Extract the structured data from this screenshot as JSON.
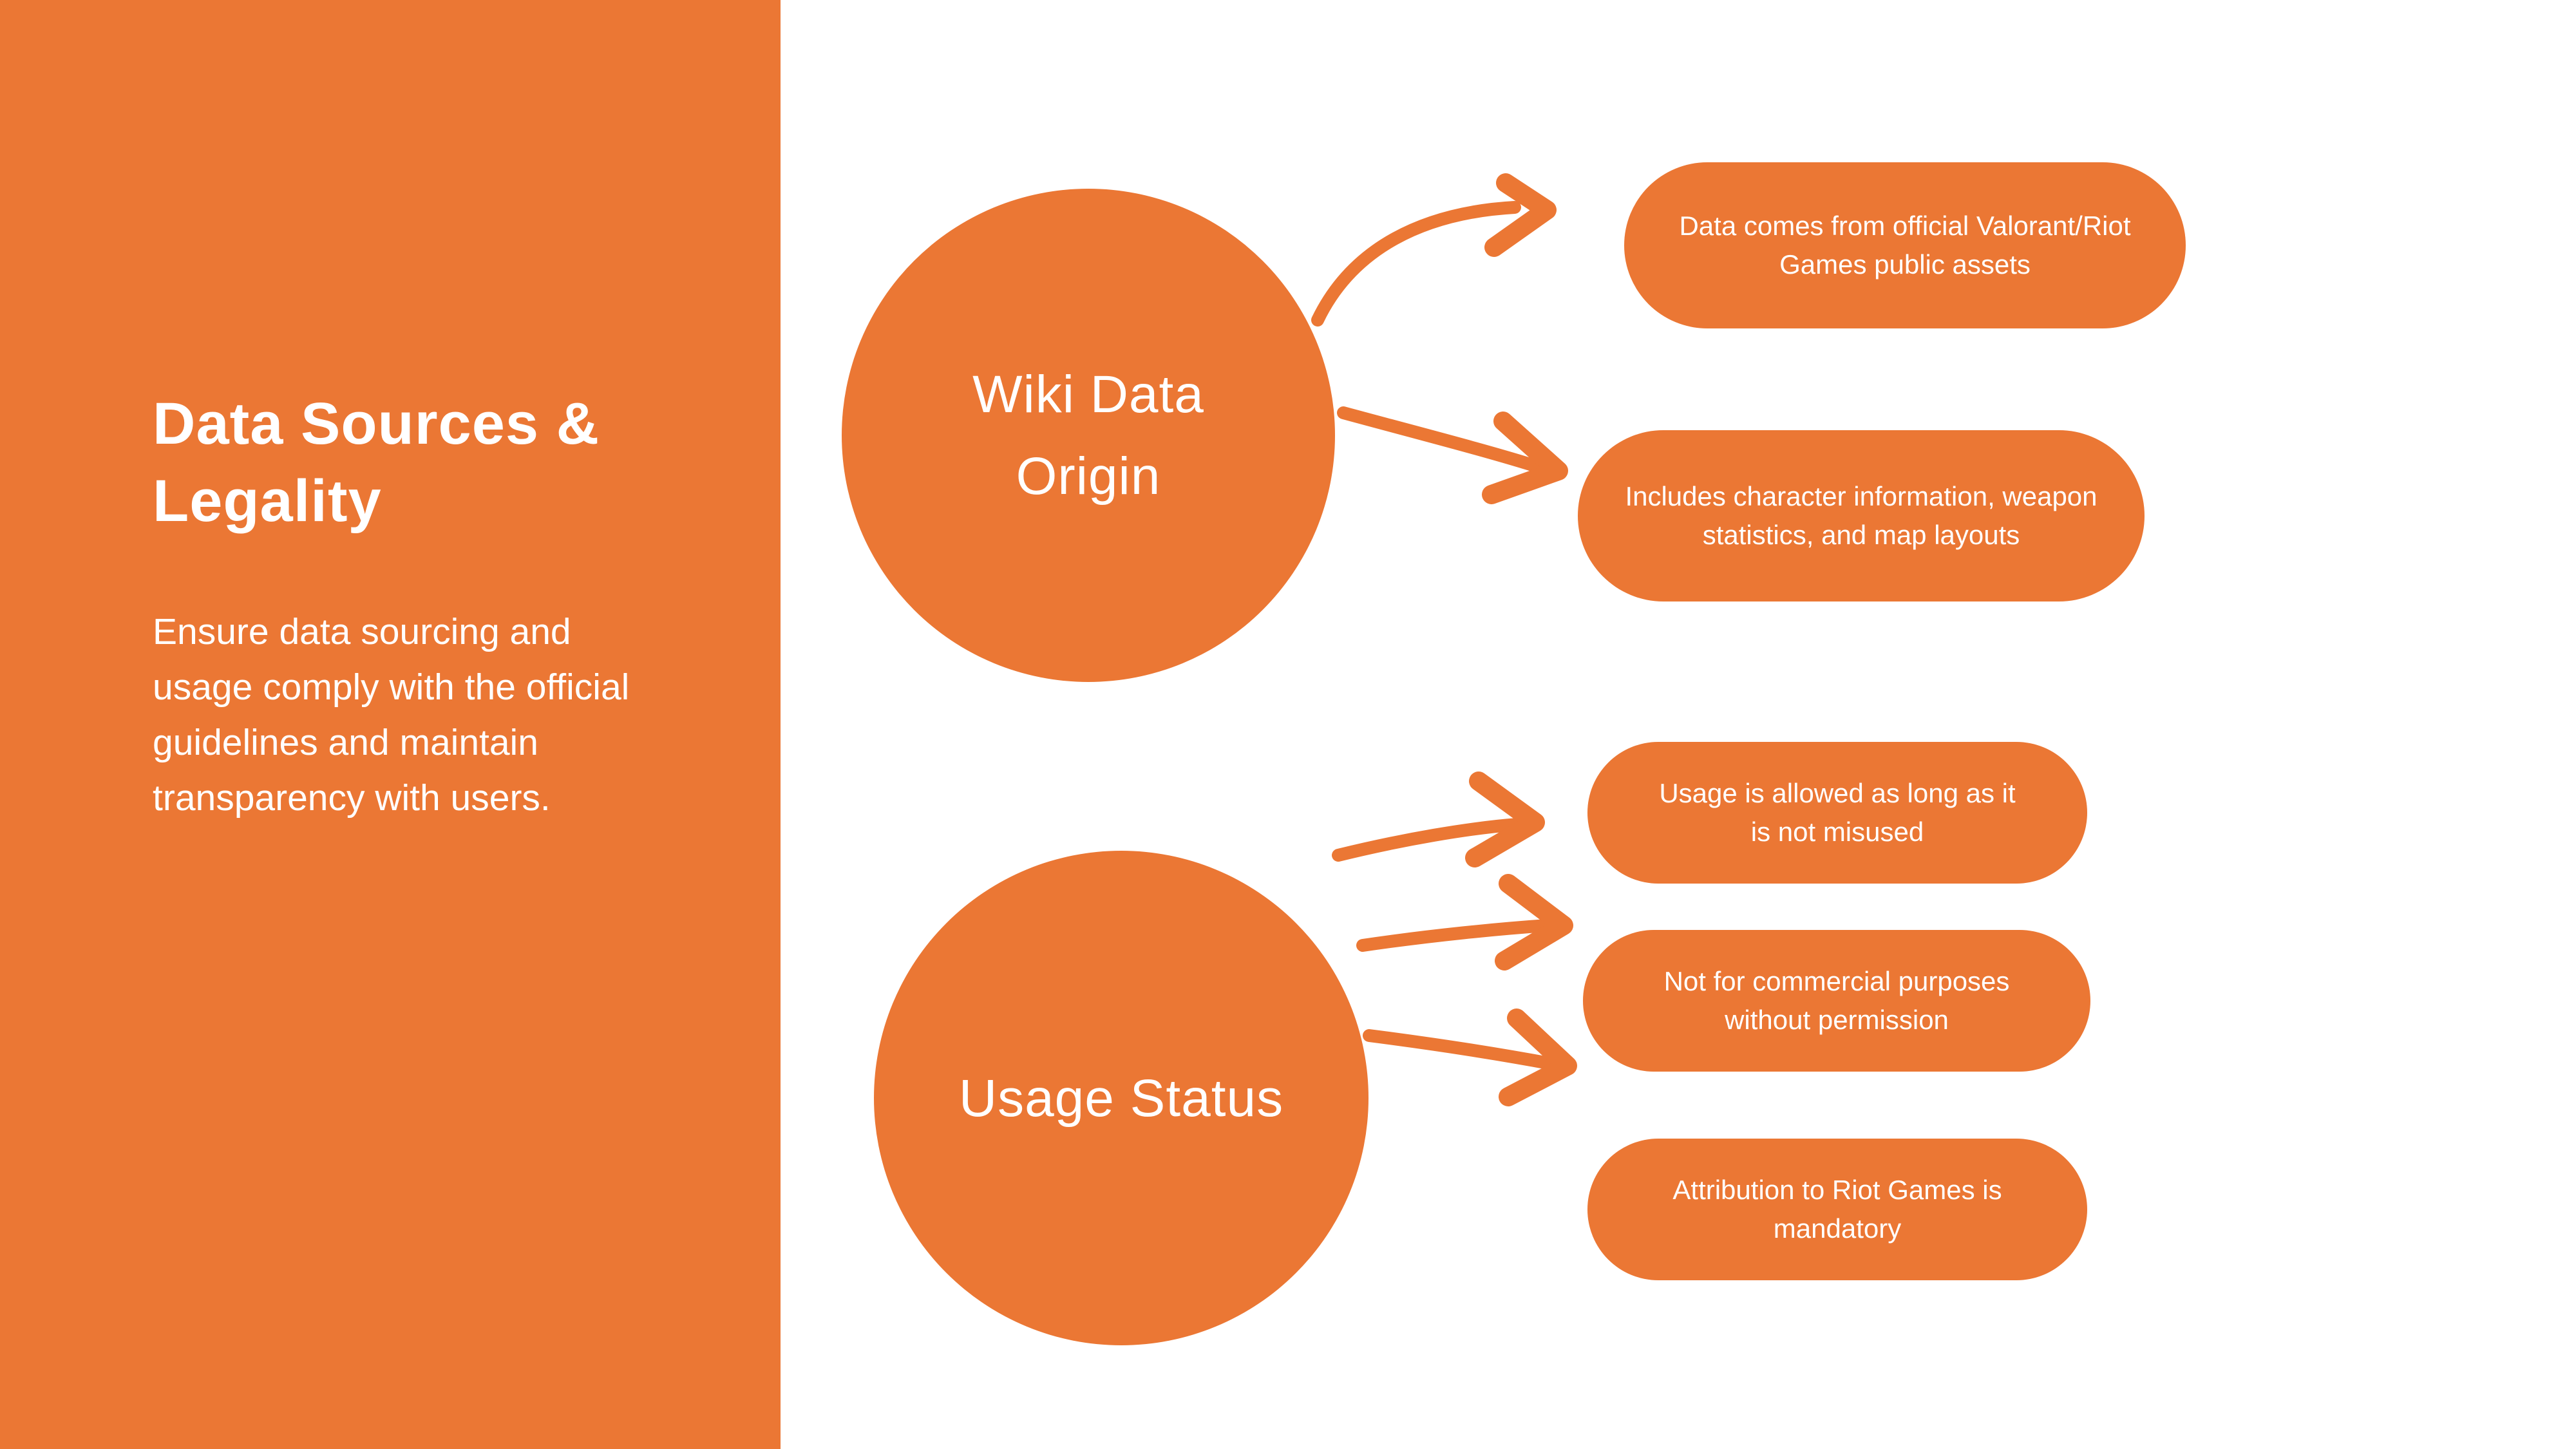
{
  "colors": {
    "accent": "#EB7734",
    "background": "#FFFFFF",
    "text_on_accent": "#FFFFFF"
  },
  "sidebar": {
    "title": "Data Sources & Legality",
    "title_lines": [
      "Data Sources &",
      "Legality"
    ],
    "description": "Ensure data sourcing and usage comply with the official guidelines and maintain transparency with users.",
    "description_lines": [
      "Ensure data sourcing and",
      "usage comply with the official",
      "guidelines and maintain",
      "transparency with users."
    ]
  },
  "diagram": {
    "nodes": [
      {
        "label": "Wiki Data Origin",
        "label_lines": [
          "Wiki Data",
          "Origin"
        ],
        "branches": [
          {
            "text": "Data comes from official Valorant/Riot Games public assets",
            "lines": [
              "Data comes from official Valorant/Riot",
              "Games public assets"
            ]
          },
          {
            "text": "Includes character information, weapon statistics, and map layouts",
            "lines": [
              "Includes character information, weapon",
              "statistics, and map layouts"
            ]
          }
        ]
      },
      {
        "label": "Usage Status",
        "label_lines": [
          "Usage Status"
        ],
        "branches": [
          {
            "text": "Usage is allowed as long as it is not misused",
            "lines": [
              "Usage is allowed as long as it",
              "is not misused"
            ]
          },
          {
            "text": "Not for commercial purposes without permission",
            "lines": [
              "Not for commercial purposes",
              "without permission"
            ]
          },
          {
            "text": "Attribution to Riot Games is mandatory",
            "lines": [
              "Attribution to Riot Games is",
              "mandatory"
            ]
          }
        ]
      }
    ]
  }
}
